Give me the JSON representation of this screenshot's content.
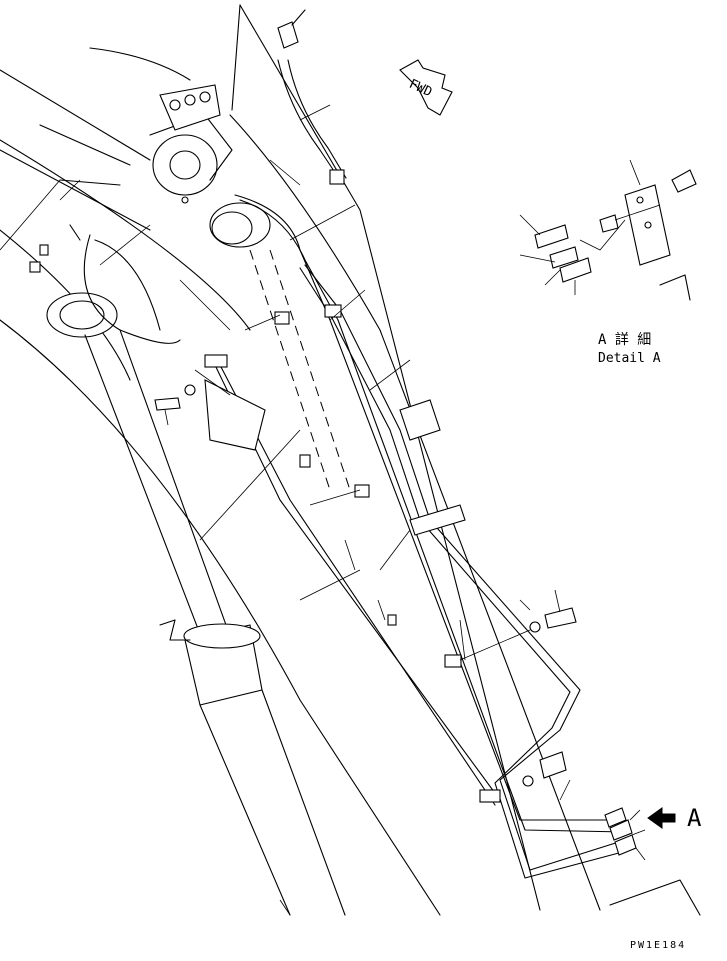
{
  "drawing": {
    "fwd_label": "FWD",
    "view_marker": "A",
    "detail_jp": "A 詳 細",
    "detail_en": "Detail A",
    "drawing_code": "PW1E184"
  }
}
